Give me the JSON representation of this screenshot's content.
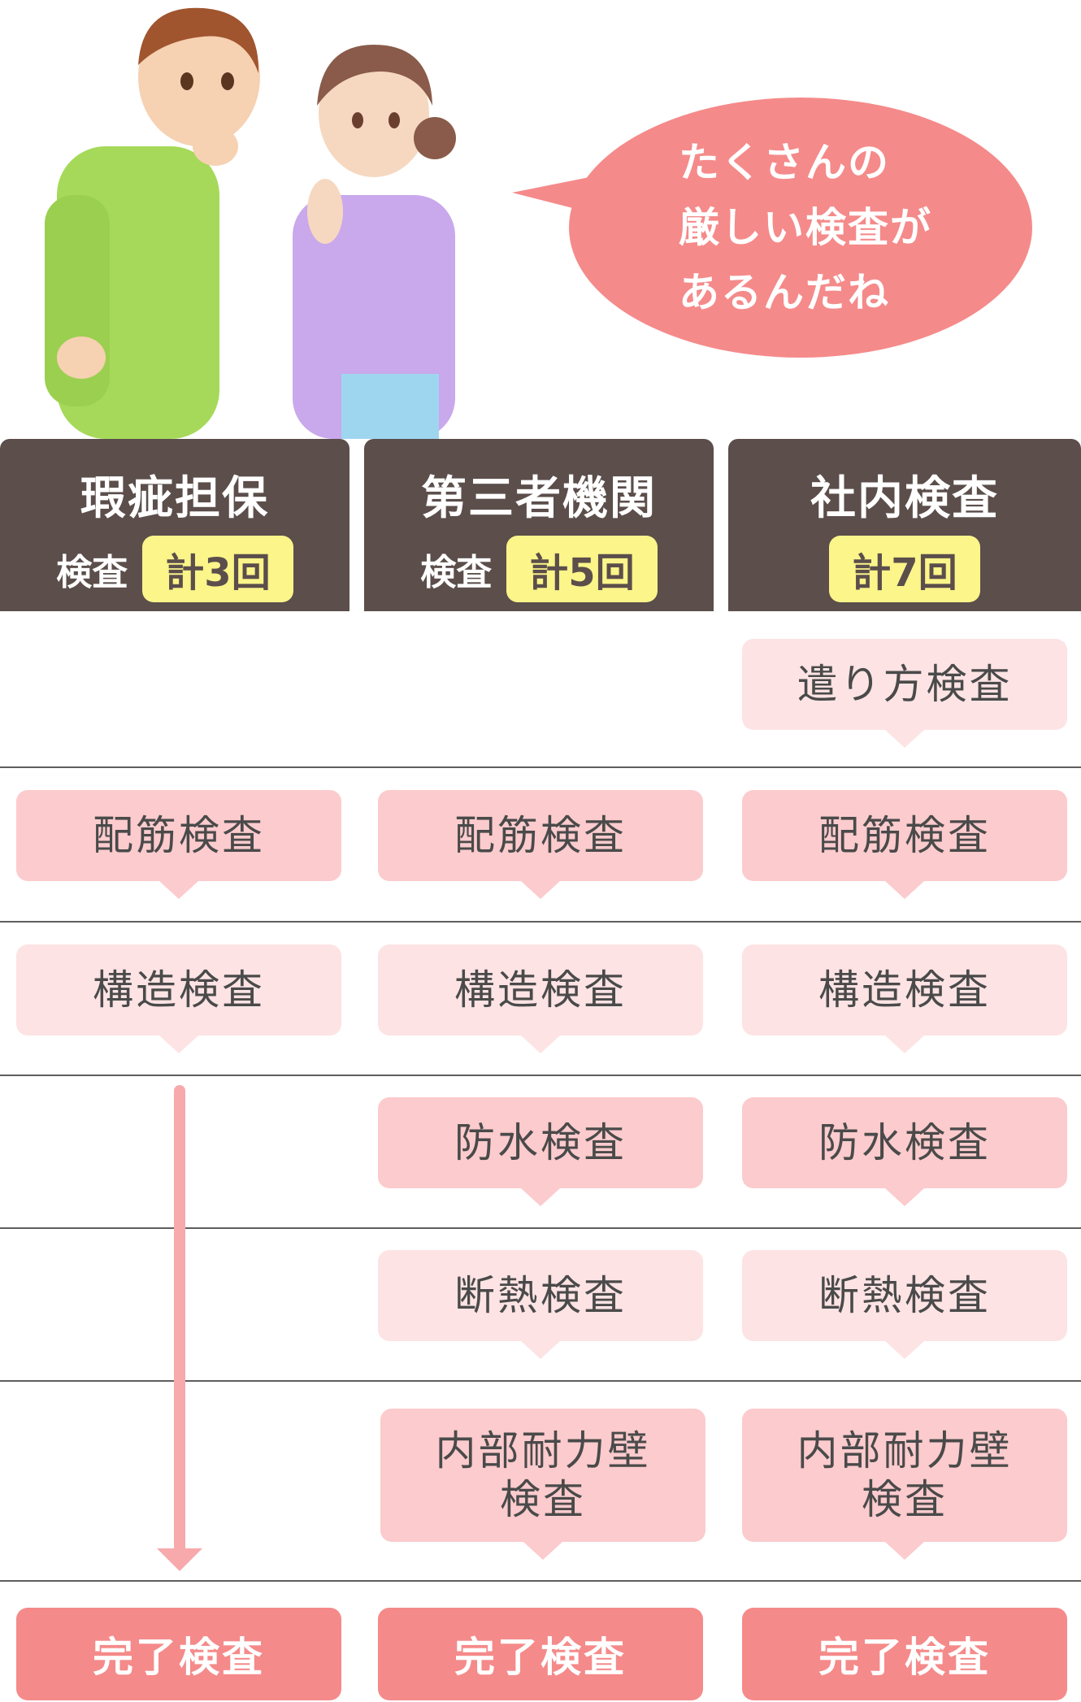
{
  "bubble": {
    "lines": [
      "たくさんの",
      "厳しい検査が",
      "あるんだね"
    ]
  },
  "columns": [
    {
      "title": "瑕疵担保",
      "sub_label": "検査",
      "count": "計3回"
    },
    {
      "title": "第三者機関",
      "sub_label": "検査",
      "count": "計5回"
    },
    {
      "title": "社内検査",
      "sub_label": "",
      "count": "計7回"
    }
  ],
  "inspections": {
    "yarikata": "遣り方検査",
    "haikin": "配筋検査",
    "kouzou": "構造検査",
    "bousui": "防水検査",
    "dannetsu": "断熱検査",
    "naibu_line1": "内部耐力壁",
    "naibu_line2": "検査",
    "kanryou": "完了検査"
  },
  "colors": {
    "header_bg": "#5b4e4b",
    "count_badge": "#fbf58a",
    "bubble": "#f58a8a",
    "box_light": "#fde3e4",
    "box_mid": "#fccbcd",
    "final_box": "#f58a8a",
    "arrow": "#f7a9ac"
  }
}
